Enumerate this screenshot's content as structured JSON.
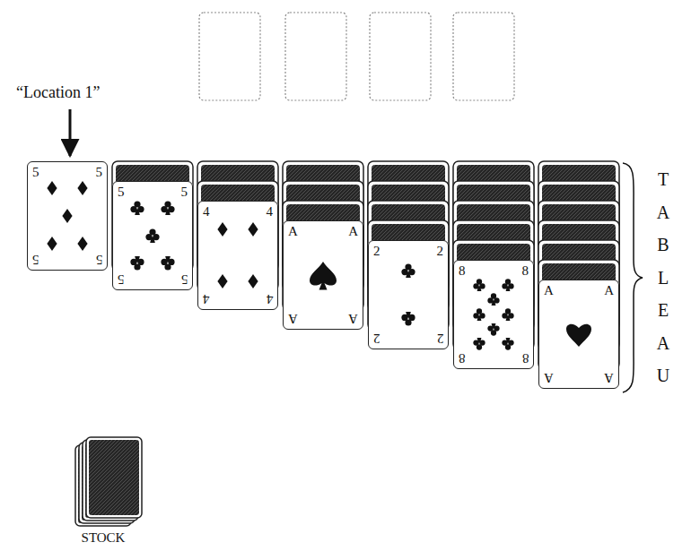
{
  "diagram": {
    "nodes": [
      {
        "text": [
          "5",
          "5",
          "5",
          "5"
        ]
      },
      {
        "text": [
          "5",
          "5",
          "5",
          "5"
        ]
      },
      {
        "text": [
          "4",
          "4",
          "4",
          "4"
        ]
      },
      {
        "text": [
          "A",
          "A",
          "A",
          "A"
        ]
      },
      {
        "text": [
          "2",
          "2",
          "2",
          "2"
        ]
      },
      {
        "text": [
          "8",
          "8",
          "8",
          "8"
        ]
      },
      {
        "text": [
          "A",
          "A",
          "A",
          "A"
        ]
      }
    ],
    "labels": [
      "“Location 1”",
      "T A B L E A U",
      "STOCK"
    ]
  }
}
